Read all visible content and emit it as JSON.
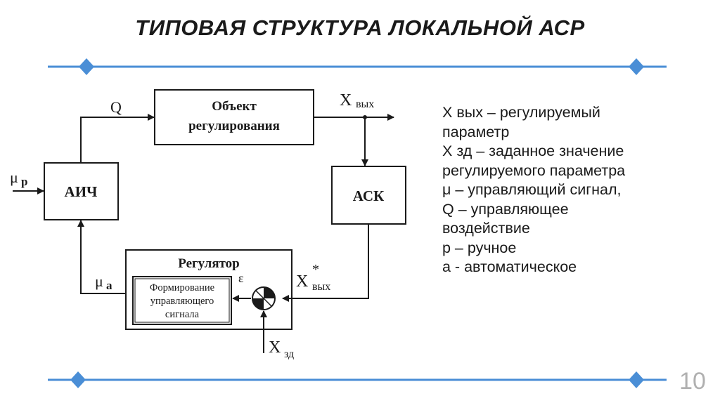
{
  "title": "ТИПОВАЯ СТРУКТУРА ЛОКАЛЬНОЙ АСР",
  "diagram": {
    "object_line1": "Объект",
    "object_line2": "регулирования",
    "aich": "АИЧ",
    "ask": "АСК",
    "regulator": "Регулятор",
    "former_line1": "Формирование",
    "former_line2": "управляющего",
    "former_line3": "сигнала",
    "q": "Q",
    "x_out": "X",
    "x_out_sub": "вых",
    "x_out_star": "X",
    "x_out_star_sup": "*",
    "x_out_star_sub": "вых",
    "mu_p": "μ",
    "mu_p_sub": "р",
    "mu_a": "μ",
    "mu_a_sub": "а",
    "epsilon": "ε",
    "x_zd": "X",
    "x_zd_sub": "зд"
  },
  "legend": [
    "X вых – регулируемый",
    "параметр",
    "X зд – заданное значение",
    "регулируемого параметра",
    "μ  – управляющий сигнал,",
    "Q – управляющее",
    "воздействие",
    "р – ручное",
    "а - автоматическое"
  ],
  "page_number": "10",
  "colors": {
    "rule": "#4a8ed6",
    "text": "#1a1a1a",
    "page_number": "#b0b0b0"
  }
}
